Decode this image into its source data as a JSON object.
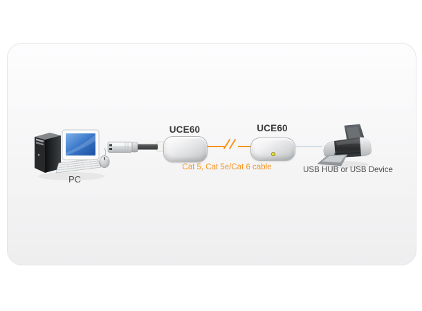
{
  "diagram": {
    "pc": {
      "label": "PC"
    },
    "extender_left": {
      "label": "UCE60"
    },
    "extender_right": {
      "label": "UCE60"
    },
    "cat_cable": {
      "label": "Cat 5, Cat 5e/Cat 6 cable"
    },
    "usb_device": {
      "label": "USB HUB or USB Device"
    },
    "colors": {
      "cat_cable_orange": "#F7941D",
      "usb_link_blue": "#B2C6DA",
      "extender_label_dark": "#3A3B3D",
      "caption_gray": "#4A4B4D",
      "led_yellow": "#E3D313"
    }
  }
}
